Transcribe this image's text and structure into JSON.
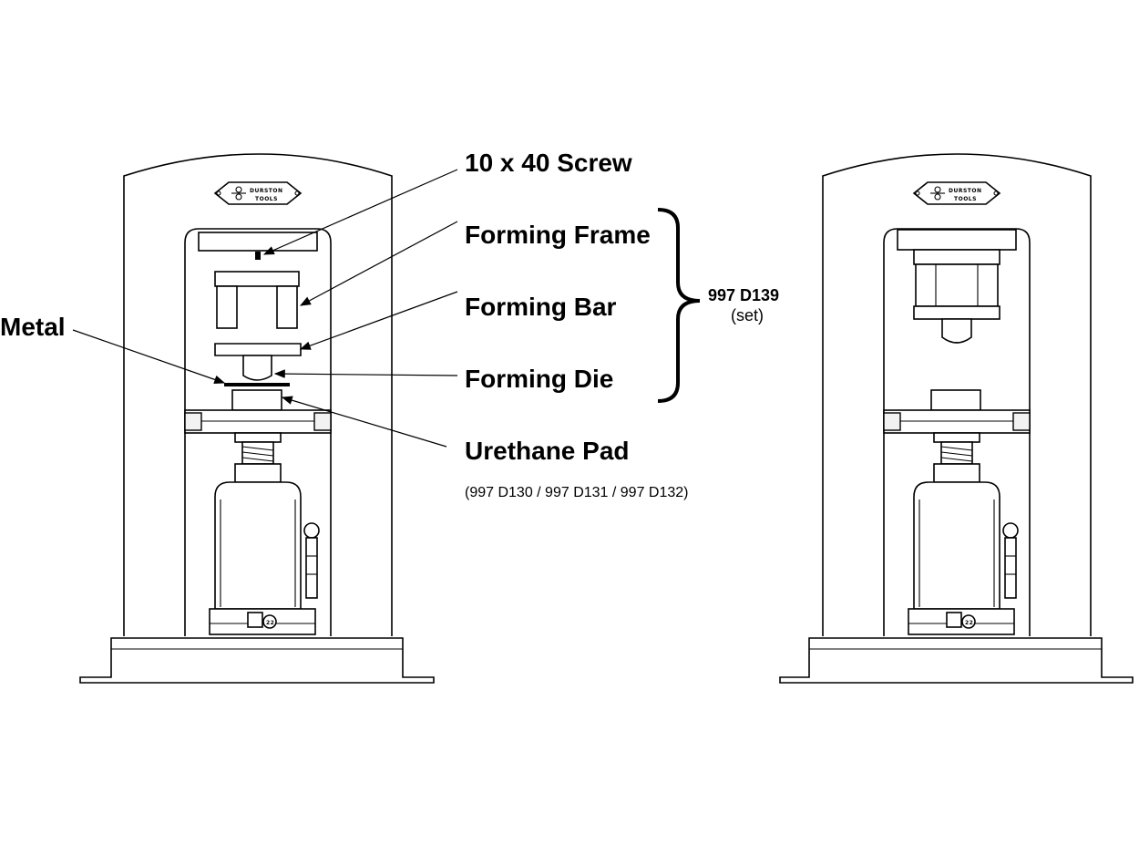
{
  "labels": {
    "screw": "10 x 40 Screw",
    "forming_frame": "Forming Frame",
    "forming_bar": "Forming Bar",
    "forming_die": "Forming Die",
    "metal": "Metal",
    "urethane_pad": "Urethane Pad",
    "urethane_pad_parts": "(997 D130 / 997 D131 / 997 D132)",
    "set_part_number": "997 D139",
    "set_note": "(set)"
  },
  "logo": {
    "line1": "DURSTON",
    "line2": "TOOLS"
  },
  "jack_badge": "22"
}
